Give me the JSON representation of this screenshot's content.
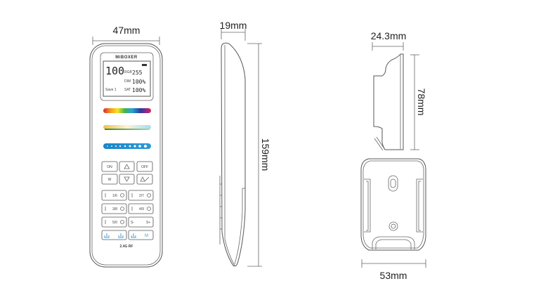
{
  "dimensions": {
    "remote_width": "47mm",
    "remote_thickness": "19mm",
    "remote_length": "159mm",
    "holder_depth": "24.3mm",
    "holder_height": "78mm",
    "holder_width": "53mm"
  },
  "remote": {
    "brand": "MiBOXER",
    "screen": {
      "big_value": "100",
      "rgb_label": "RGB",
      "rgb_value": "255",
      "dim_label": "DIM",
      "dim_value": "100%",
      "sat_label": "SAT",
      "sat_value": "100%",
      "save_label": "Save 1"
    },
    "buttons": {
      "on": "ON",
      "off": "OFF",
      "w": "W",
      "zones": [
        "1/6",
        "2/7",
        "3/8",
        "4/9",
        "5/0"
      ],
      "speed_down": "S-",
      "speed_up": "S+",
      "mode": "M"
    },
    "rf_label": "2.4G RF"
  },
  "colors": {
    "line": "#555555",
    "blue_accent": "#3aa0d8"
  }
}
